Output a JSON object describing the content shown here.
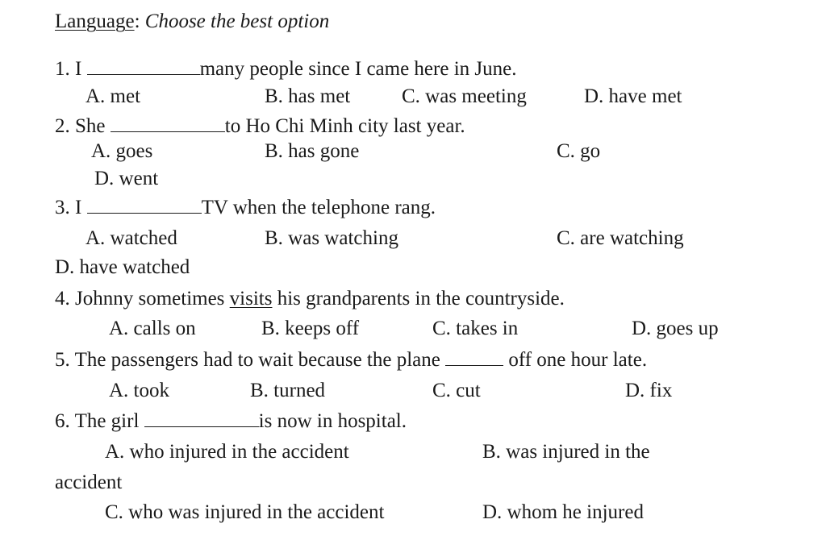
{
  "header": {
    "label": "Language",
    "colon": ":",
    "instruction": "Choose the best option"
  },
  "questions": [
    {
      "num": "1.",
      "before": "I",
      "after": "many people since I came here in June.",
      "options": [
        "A. met",
        "B. has met",
        "C. was meeting",
        "D. have met"
      ]
    },
    {
      "num": "2.",
      "before": "She",
      "after": "to Ho Chi Minh city last year.",
      "options": [
        "A. goes",
        "B. has gone",
        "C. go",
        "D. went"
      ]
    },
    {
      "num": "3.",
      "before": "I",
      "after": "TV when the telephone rang.",
      "options": [
        "A. watched",
        "B. was watching",
        "C. are watching",
        "D. have watched"
      ]
    },
    {
      "num": "4.",
      "before": "Johnny sometimes",
      "underlined": "visits",
      "after": "his grandparents in the countryside.",
      "options": [
        "A. calls on",
        "B. keeps off",
        "C. takes in",
        "D. goes up"
      ]
    },
    {
      "num": "5.",
      "before": "The passengers had to wait because the plane",
      "after": "off one hour late.",
      "options": [
        "A. took",
        "B. turned",
        "C. cut",
        "D. fix"
      ]
    },
    {
      "num": "6.",
      "before": "The girl",
      "after": "is now in hospital.",
      "options": [
        "A. who injured in the accident",
        "B. was injured in the",
        "accident",
        "C. who was injured in the accident",
        "D. whom he injured"
      ]
    }
  ]
}
